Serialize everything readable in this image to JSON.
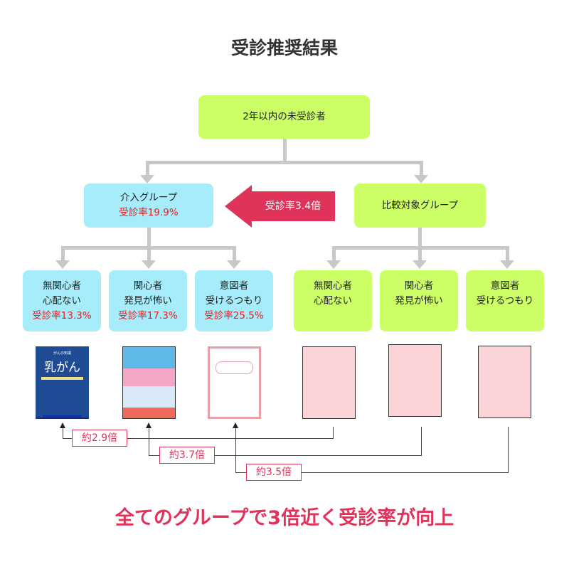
{
  "title": "受診推奨結果",
  "root": {
    "label": "2年以内の未受診者"
  },
  "intervention": {
    "label": "介入グループ",
    "rate": "受診率19.9%"
  },
  "comparison": {
    "label": "比較対象グループ"
  },
  "arrow": {
    "label": "受診率3.4倍",
    "color": "#e0335a"
  },
  "intervention_subgroups": [
    {
      "line1": "無関心者",
      "line2": "心配ない",
      "rate": "受診率13.3%"
    },
    {
      "line1": "関心者",
      "line2": "発見が怖い",
      "rate": "受診率17.3%"
    },
    {
      "line1": "意図者",
      "line2": "受けるつもり",
      "rate": "受診率25.5%"
    }
  ],
  "comparison_subgroups": [
    {
      "line1": "無関心者",
      "line2": "心配ない"
    },
    {
      "line1": "関心者",
      "line2": "発見が怖い"
    },
    {
      "line1": "意図者",
      "line2": "受けるつもり"
    }
  ],
  "brochures": {
    "b1_title": "乳がん",
    "b1_sub": "がんの知識"
  },
  "ratios": [
    "約2.9倍",
    "約3.7倍",
    "約3.5倍"
  ],
  "footer": "全てのグループで3倍近く受診率が向上",
  "colors": {
    "green": "#ccff66",
    "blue": "#a6ecfb",
    "red": "#e0335a",
    "rate_red": "#e0201e"
  }
}
